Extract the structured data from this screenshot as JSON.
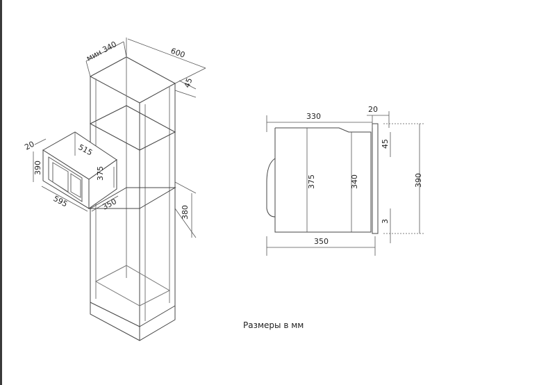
{
  "figure": {
    "caption": "Размеры в мм",
    "left_view": {
      "labels": {
        "niche_depth_min": "мин 340",
        "cabinet_width": "600",
        "rear_gap": "45",
        "oven_top_offset": "20",
        "oven_width_top": "515",
        "oven_height": "390",
        "oven_inner_height": "375",
        "oven_width_bottom": "595",
        "oven_depth": "350",
        "niche_height": "380"
      }
    },
    "right_view": {
      "labels": {
        "body_depth": "330",
        "front_thickness": "20",
        "top_gap": "45",
        "body_height": "375",
        "inner_height": "340",
        "front_height": "390",
        "bottom_gap": "3",
        "total_depth": "350"
      }
    }
  }
}
